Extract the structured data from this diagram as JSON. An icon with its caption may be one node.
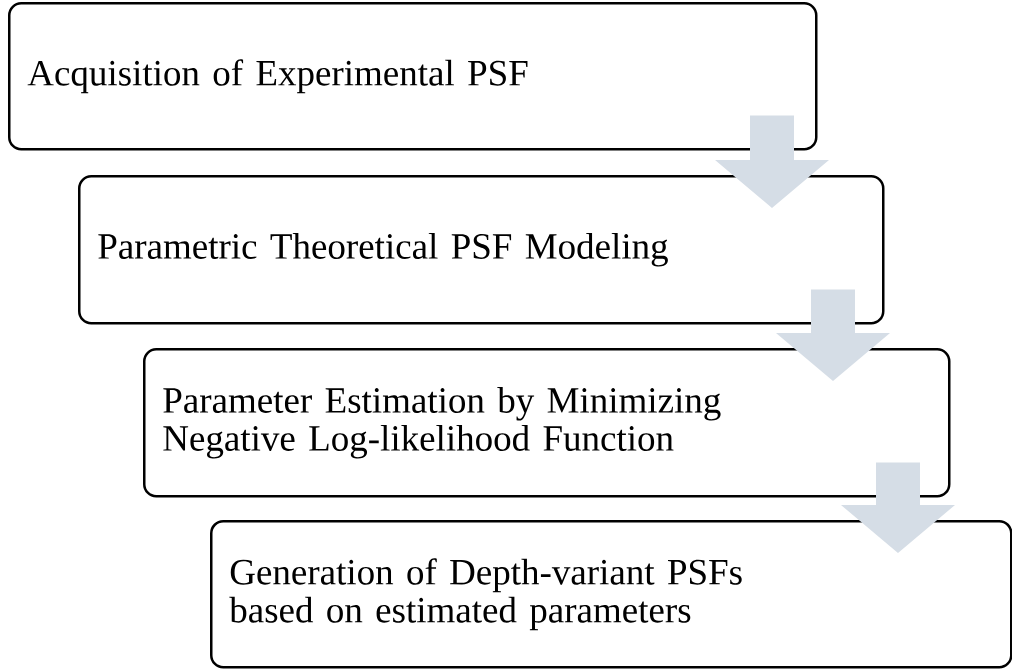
{
  "diagram": {
    "nodes": [
      {
        "text": [
          "Acquisition of Experimental PSF"
        ]
      },
      {
        "text": [
          "Parametric Theoretical PSF Modeling"
        ]
      },
      {
        "text": [
          "Parameter Estimation by Minimizing Negative Log-likelihood Function"
        ]
      },
      {
        "text": [
          "Generation of Depth-variant PSFs based on estimated parameters"
        ]
      }
    ],
    "edges": [
      {
        "from": 0,
        "to": 1,
        "arrow": "to"
      },
      {
        "from": 1,
        "to": 2,
        "arrow": "to"
      },
      {
        "from": 2,
        "to": 3,
        "arrow": "to"
      }
    ]
  }
}
